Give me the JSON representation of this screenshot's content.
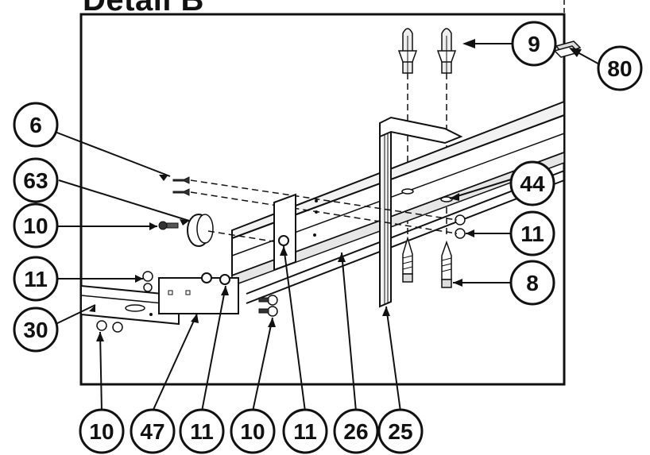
{
  "title": "Detail B",
  "callouts": [
    {
      "id": "c-9",
      "label": "9"
    },
    {
      "id": "c-80",
      "label": "80"
    },
    {
      "id": "c-6",
      "label": "6"
    },
    {
      "id": "c-63",
      "label": "63"
    },
    {
      "id": "c-44",
      "label": "44"
    },
    {
      "id": "c-10a",
      "label": "10"
    },
    {
      "id": "c-11a",
      "label": "11"
    },
    {
      "id": "c-11b",
      "label": "11"
    },
    {
      "id": "c-8",
      "label": "8"
    },
    {
      "id": "c-30",
      "label": "30"
    },
    {
      "id": "c-10b",
      "label": "10"
    },
    {
      "id": "c-47",
      "label": "47"
    },
    {
      "id": "c-11c",
      "label": "11"
    },
    {
      "id": "c-10c",
      "label": "10"
    },
    {
      "id": "c-11d",
      "label": "11"
    },
    {
      "id": "c-26",
      "label": "26"
    },
    {
      "id": "c-25",
      "label": "25"
    }
  ]
}
